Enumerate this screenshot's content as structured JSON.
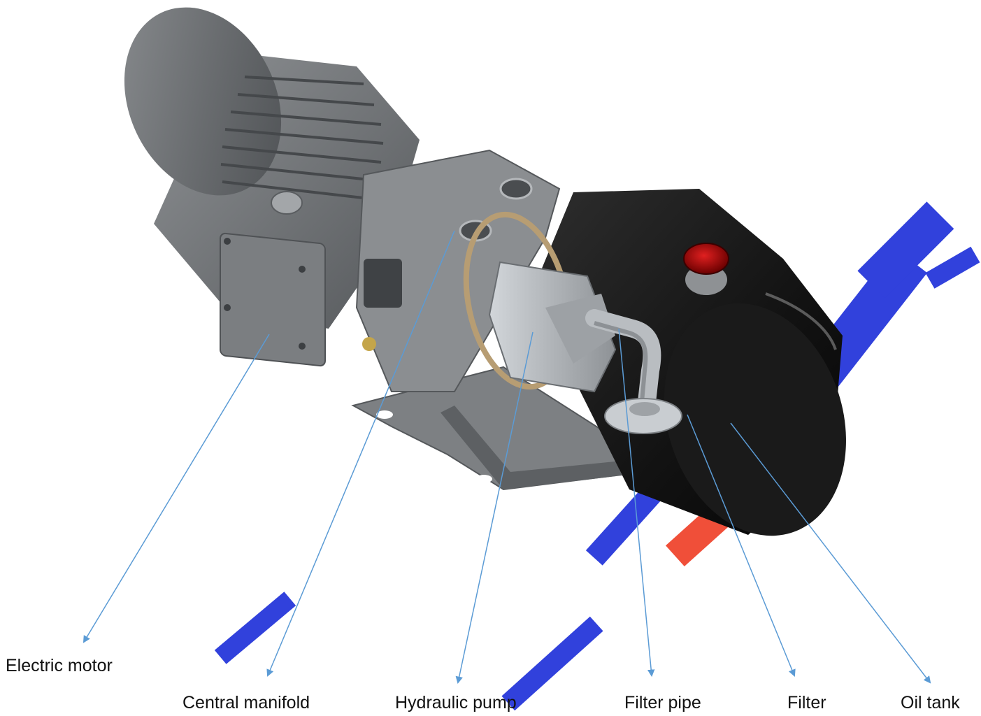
{
  "colors": {
    "leader_line": "#5b9bd5",
    "watermark_blue": "#1a2cd8",
    "watermark_red": "#ef3b23",
    "tank_body": "#151515",
    "motor_body": "#6f7275",
    "manifold_body": "#8b8e91",
    "pump_body": "#b4b8bc",
    "tank_cap": "#b00000"
  },
  "labels": {
    "motor": "Electric motor",
    "manifold": "Central manifold",
    "pump": "Hydraulic pump",
    "filter_pipe": "Filter pipe",
    "filter": "Filter",
    "oil_tank": "Oil tank"
  }
}
